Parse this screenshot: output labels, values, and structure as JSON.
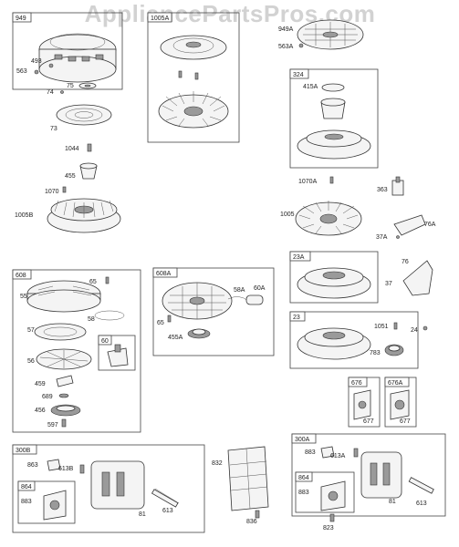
{
  "watermark": "AppliancePartsPros.com",
  "boxes": {
    "b949": "949",
    "b1005A": "1005A",
    "b324": "324",
    "b608": "608",
    "b608A": "608A",
    "b23A": "23A",
    "b23": "23",
    "b676": "676",
    "b676A": "676A",
    "b300B": "300B",
    "b864L": "864",
    "b300A": "300A",
    "b864R": "864",
    "b60": "60"
  },
  "labels": {
    "p493": "493",
    "p563": "563",
    "p75": "75",
    "p74": "74",
    "p73": "73",
    "p1044": "1044",
    "p455": "455",
    "p1070": "1070",
    "p1005B": "1005B",
    "p949A": "949A",
    "p563A": "563A",
    "p415A": "415A",
    "p1070A": "1070A",
    "p363": "363",
    "p1005": "1005",
    "p76A": "76A",
    "p37A": "37A",
    "p76": "76",
    "p37": "37",
    "p65a": "65",
    "p55": "55",
    "p58": "58",
    "p57": "57",
    "p56": "56",
    "p459": "459",
    "p689": "689",
    "p456": "456",
    "p597": "597",
    "p58A": "58A",
    "p60A": "60A",
    "p65b": "65",
    "p455A": "455A",
    "p1051": "1051",
    "p24": "24",
    "p783": "783",
    "p677a": "677",
    "p677b": "677",
    "p863a": "863",
    "p613Ba": "613B",
    "p883a": "883",
    "p81a": "81",
    "p613a": "613",
    "p832": "832",
    "p836": "836",
    "p883b": "883",
    "p613Bb": "613A",
    "p883c": "883",
    "p81b": "81",
    "p613b": "613",
    "p823": "823"
  }
}
